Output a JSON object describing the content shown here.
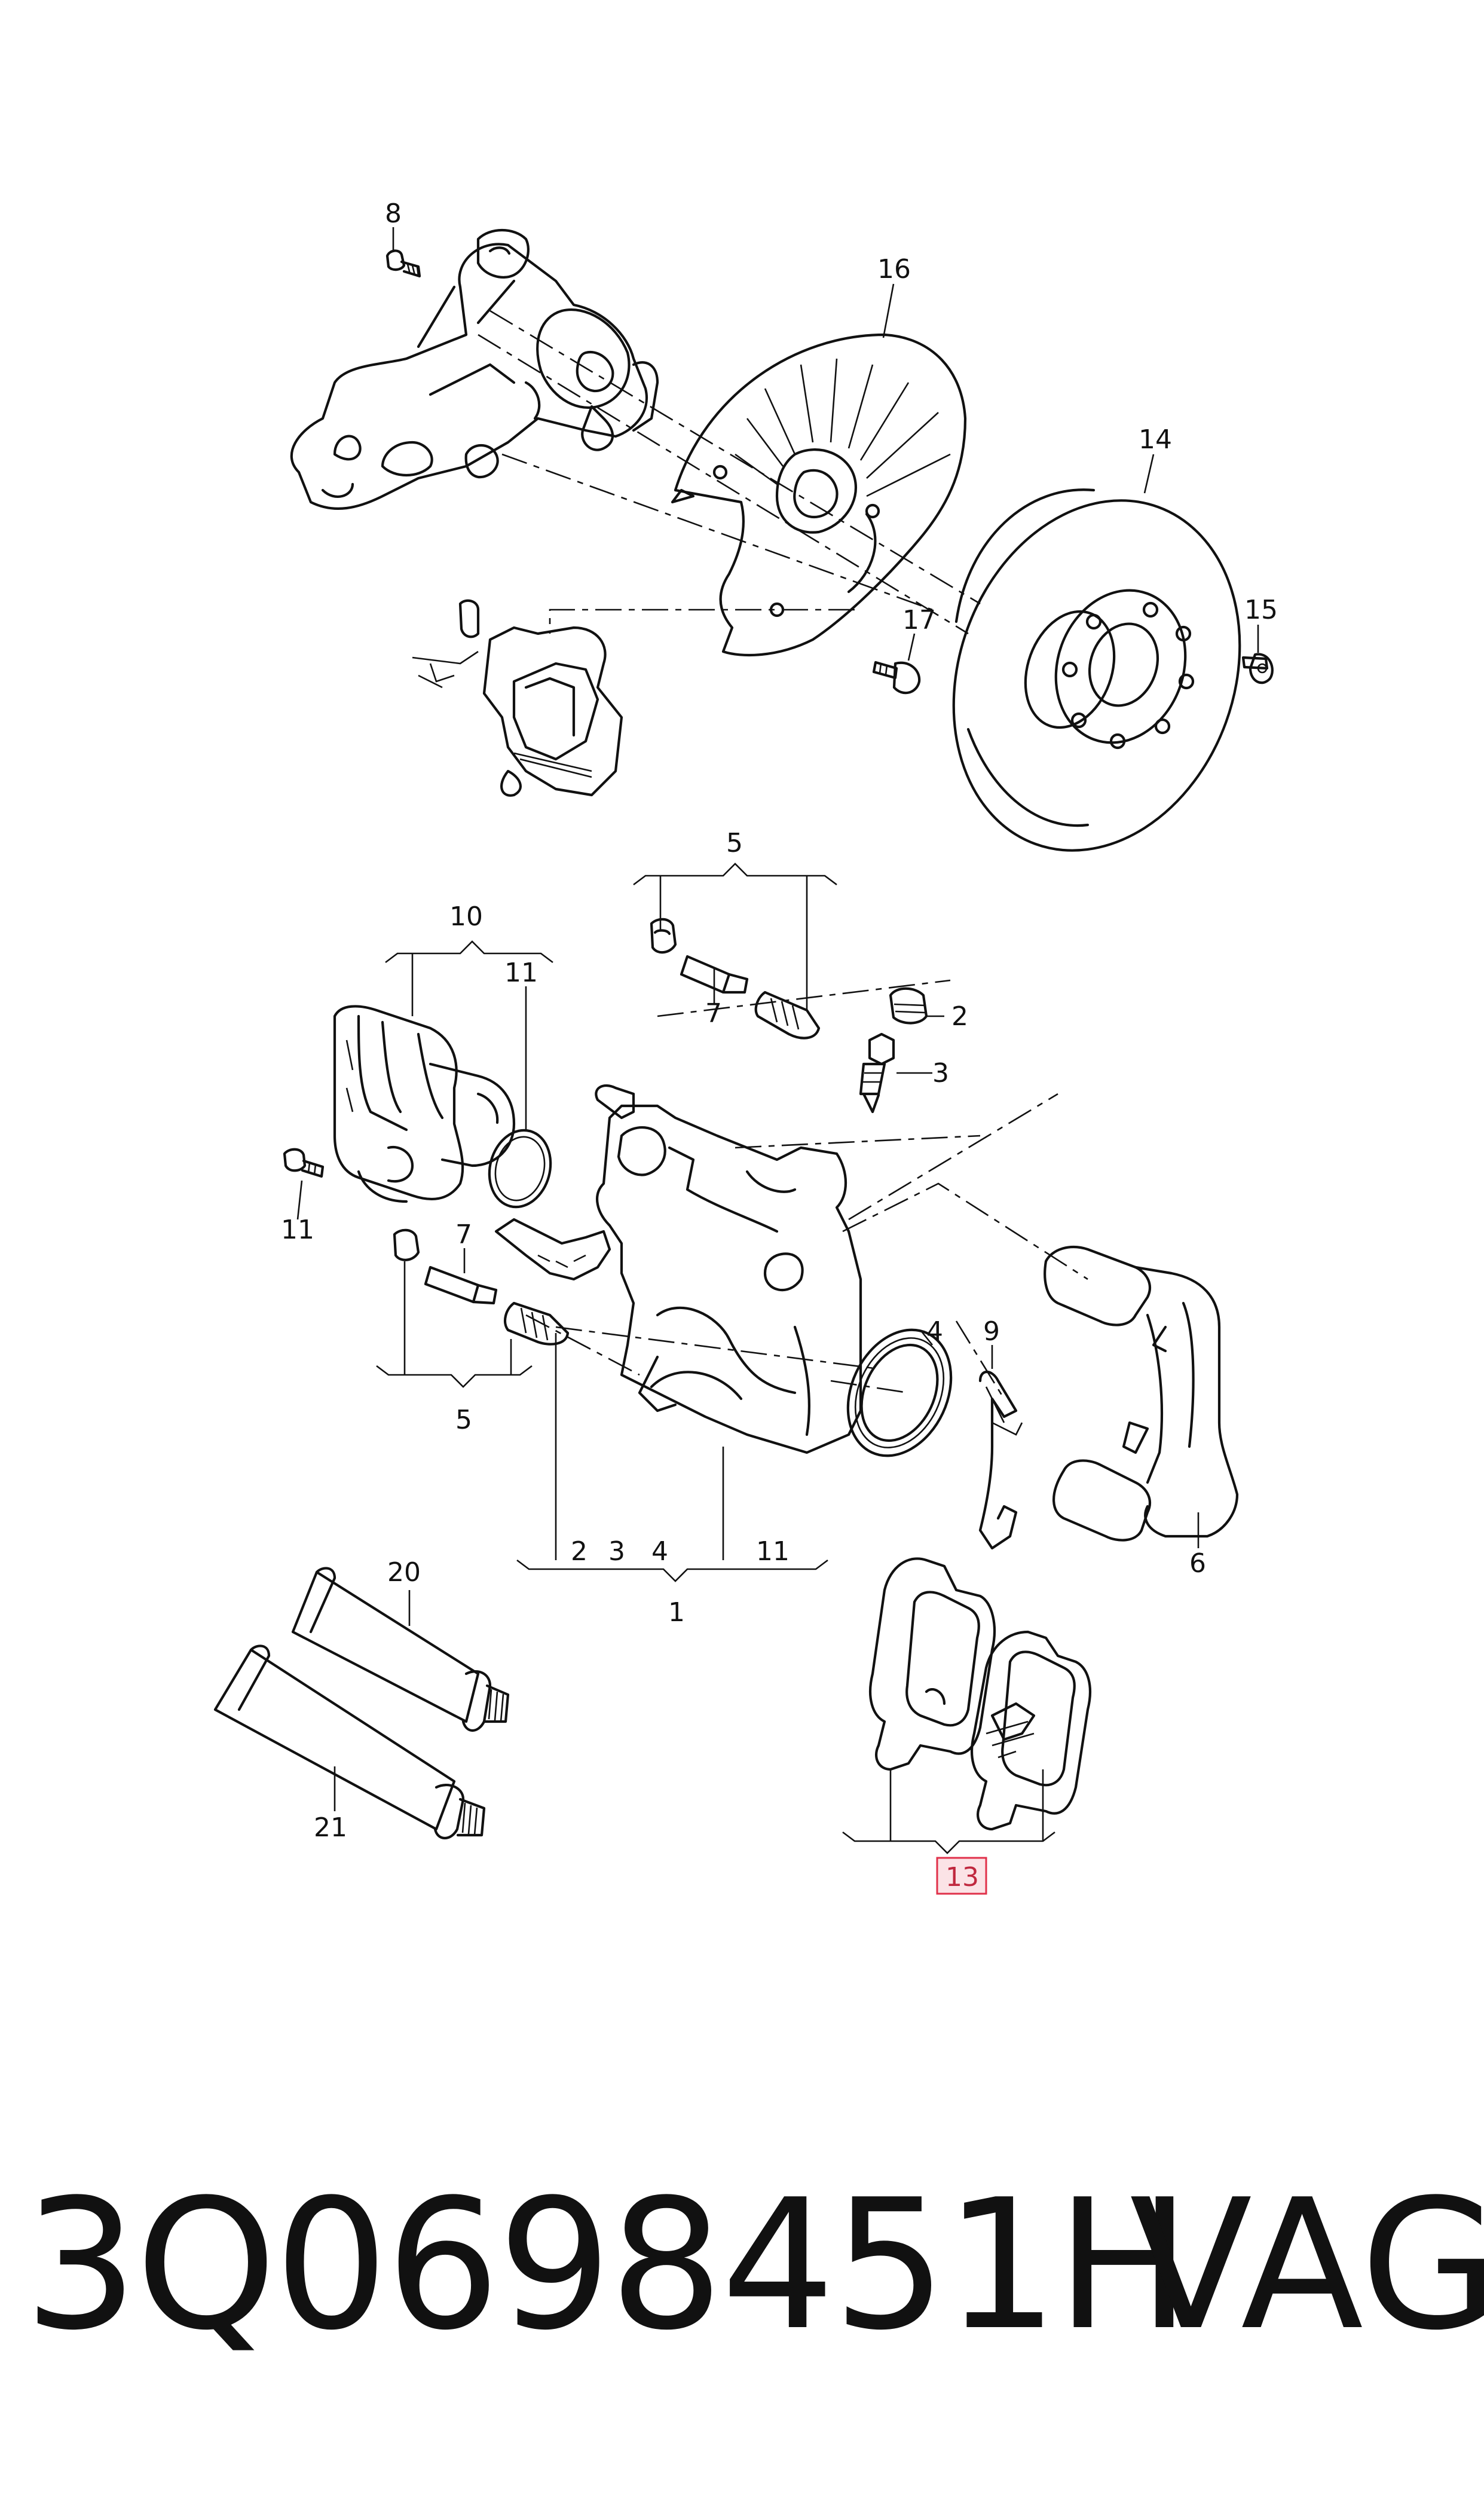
{
  "callouts": {
    "c8": "8",
    "c16": "16",
    "c14": "14",
    "c15": "15",
    "c17": "17",
    "c5_top": "5",
    "c7_top": "7",
    "c2_right": "2",
    "c3_right": "3",
    "c10": "10",
    "c11_top": "11",
    "c11_left": "11",
    "c7_left": "7",
    "c5_bottom": "5",
    "c4": "4",
    "c9": "9",
    "c6": "6",
    "c1_sub2": "2",
    "c1_sub3": "3",
    "c1_sub4": "4",
    "c1_sub11": "11",
    "c1": "1",
    "c20": "20",
    "c21": "21",
    "c13": "13"
  },
  "highlight": {
    "callout": "13",
    "color": "#e0304a",
    "fill": "#fbe3e6"
  },
  "footer": {
    "part_number": "3Q0698451H",
    "brand": "VAG"
  }
}
